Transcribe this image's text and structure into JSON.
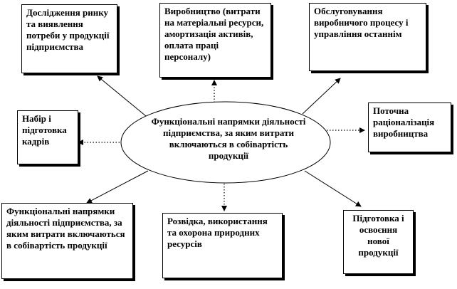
{
  "center": {
    "label": "Функціональні напрямки діяльності підприємства, за яким витрати включаються в собівартість продукції"
  },
  "nodes": {
    "market": "Дослідження ринку та виявлення потреби у продукції підприємства",
    "production": "Виробництво (витрати на матеріальні ресурси, амортизація активів, оплата праці персоналу)",
    "service": "Обслуговування виробничого процесу і управління останнім",
    "staff": "Набір і підготовка кадрів",
    "rationalization": "Поточна раціоналізація виробництва",
    "functional": "Функціональні напрямки діяльності підприємства, за яким витрати включаються в собівартість продукції",
    "resources": "Розвідка, використання та охорона природних ресурсів",
    "newproduct": "Підготовка і освоєння нової продукції"
  },
  "colors": {
    "line": "#000000",
    "fill": "#ffffff"
  }
}
